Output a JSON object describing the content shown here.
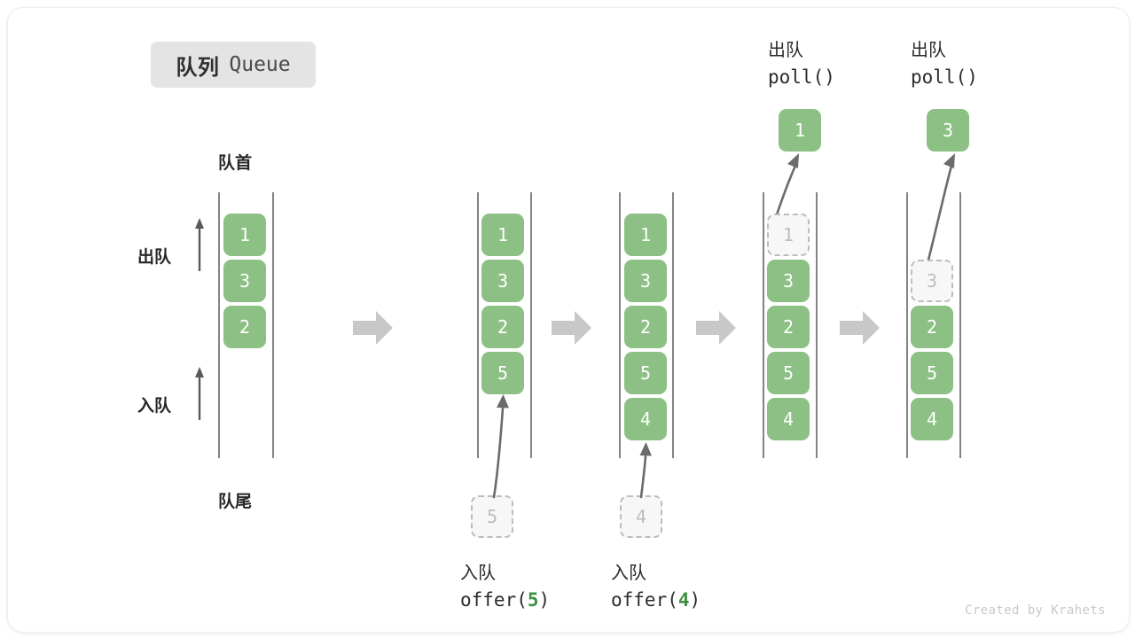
{
  "title": {
    "cn": "队列",
    "en": "Queue"
  },
  "credit": "Created by Krahets",
  "colors": {
    "element_green": "#8cc084",
    "ghost_border": "#bdbdbd",
    "ghost_fill": "#f7f7f7",
    "rail": "#5a5a5a",
    "step_arrow": "#c8c8c8",
    "badge_bg": "#e4e4e4",
    "accent_text": "#3f9141"
  },
  "legend": {
    "head_label": "队首",
    "tail_label": "队尾",
    "dequeue_label": "出队",
    "enqueue_label": "入队"
  },
  "stages": [
    {
      "id": "initial",
      "elements": [
        "1",
        "3",
        "2"
      ],
      "ghost_index": null,
      "op_cn": null,
      "op_code": null,
      "popped": null
    },
    {
      "id": "after-offer-5",
      "elements": [
        "1",
        "3",
        "2",
        "5"
      ],
      "ghost_index": null,
      "op_cn": "入队",
      "op_code_prefix": "offer(",
      "op_code_arg": "5",
      "op_code_suffix": ")",
      "incoming_value": "5",
      "popped": null
    },
    {
      "id": "after-offer-4",
      "elements": [
        "1",
        "3",
        "2",
        "5",
        "4"
      ],
      "ghost_index": null,
      "op_cn": "入队",
      "op_code_prefix": "offer(",
      "op_code_arg": "4",
      "op_code_suffix": ")",
      "incoming_value": "4",
      "popped": null
    },
    {
      "id": "poll-1",
      "elements": [
        "1",
        "3",
        "2",
        "5",
        "4"
      ],
      "ghost_index": 0,
      "op_cn": "出队",
      "op_code_prefix": "poll(",
      "op_code_arg": "",
      "op_code_suffix": ")",
      "popped": "1"
    },
    {
      "id": "poll-3",
      "elements": [
        "3",
        "2",
        "5",
        "4"
      ],
      "ghost_index": 0,
      "op_cn": "出队",
      "op_code_prefix": "poll(",
      "op_code_arg": "",
      "op_code_suffix": ")",
      "popped": "3"
    }
  ]
}
